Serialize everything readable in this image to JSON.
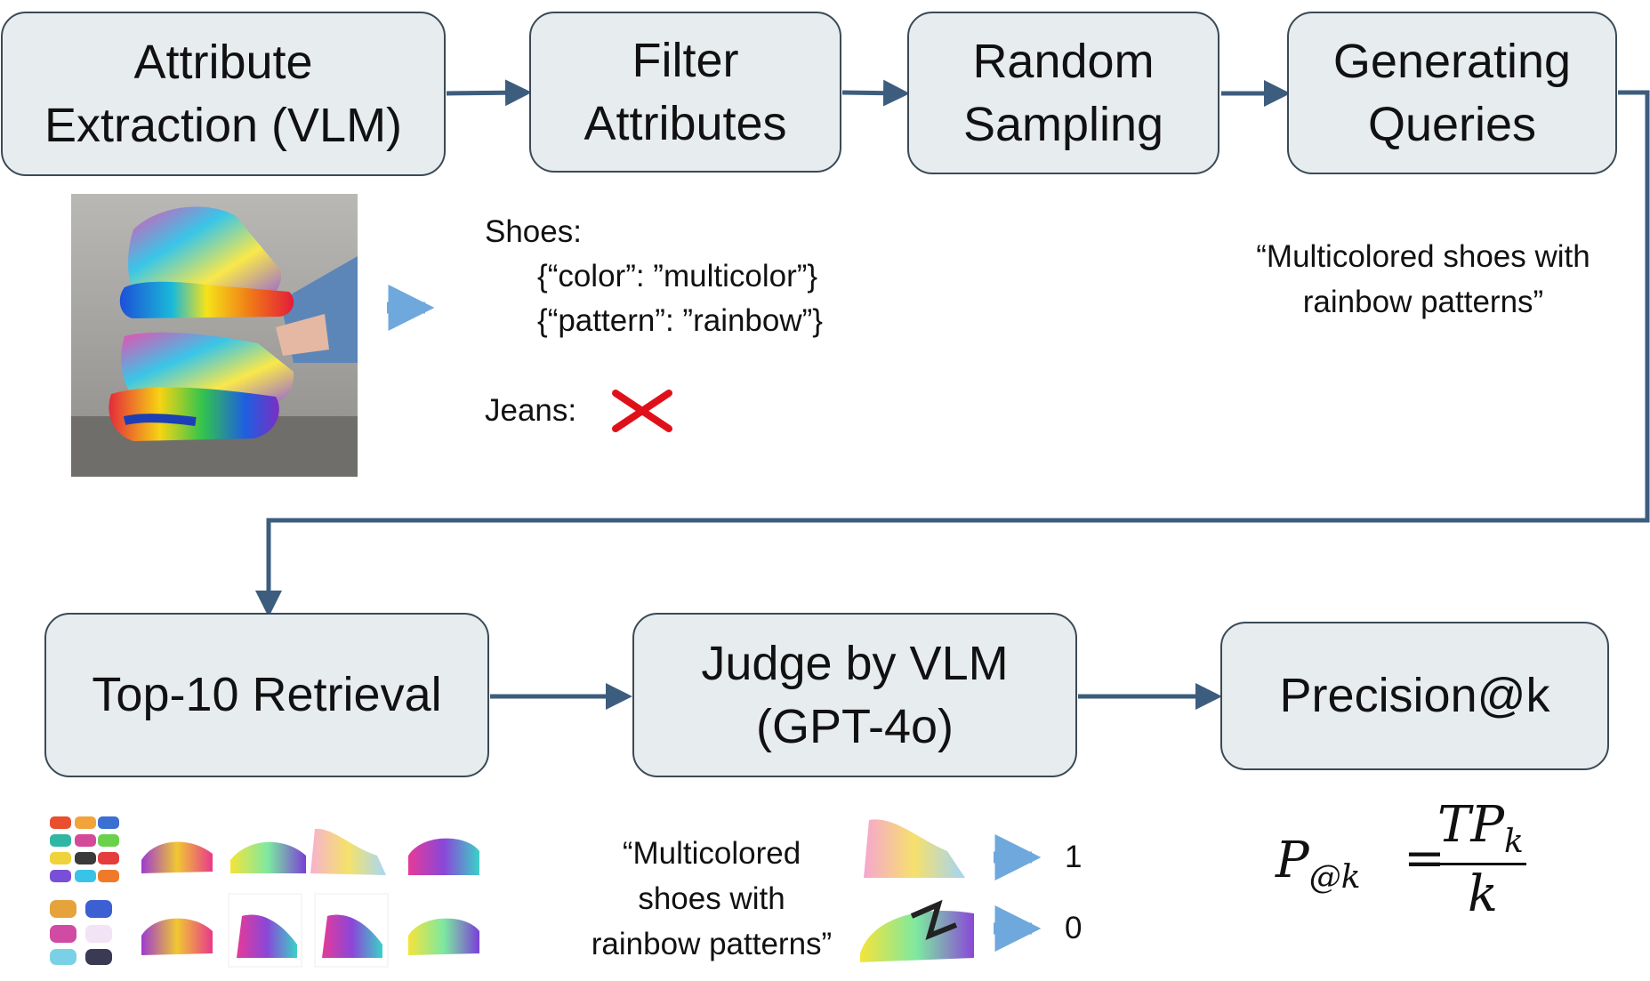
{
  "pipeline_top": [
    {
      "line1": "Attribute",
      "line2": "Extraction (VLM)"
    },
    {
      "line1": "Filter",
      "line2": "Attributes"
    },
    {
      "line1": "Random",
      "line2": "Sampling"
    },
    {
      "line1": "Generating",
      "line2": "Queries"
    }
  ],
  "pipeline_bottom": [
    {
      "line1": "Top-10 Retrieval"
    },
    {
      "line1": "Judge by VLM",
      "line2": "(GPT-4o)"
    },
    {
      "line1": "Precision@k"
    }
  ],
  "attributes": {
    "shoes_label": "Shoes:",
    "attr1": "{“color”: ”multicolor”}",
    "attr2": "{“pattern”: ”rainbow”}",
    "jeans_label": "Jeans:"
  },
  "query": {
    "line1": "“Multicolored shoes with",
    "line2": "rainbow patterns”"
  },
  "judge_query": {
    "line1": "“Multicolored",
    "line2": "shoes with",
    "line3": "rainbow patterns”"
  },
  "judgements": [
    {
      "score": "1"
    },
    {
      "score": "0"
    }
  ],
  "formula": {
    "lhs_base": "P",
    "lhs_sub": "@k",
    "equals": "=",
    "numerator_base": "TP",
    "numerator_sub": "k",
    "denominator": "k"
  },
  "colors": {
    "box_fill": "#e7ecef",
    "box_border": "#3b4a56",
    "flow_arrow": "#3d5d7e",
    "hint_arrow": "#6fa8dc",
    "reject_cross": "#e0101a"
  },
  "icons": {
    "input_image": "rainbow-platform-sneakers-photo",
    "retrieved_images": "retrieved-shoe-thumbnails",
    "reject": "red-x-icon"
  }
}
